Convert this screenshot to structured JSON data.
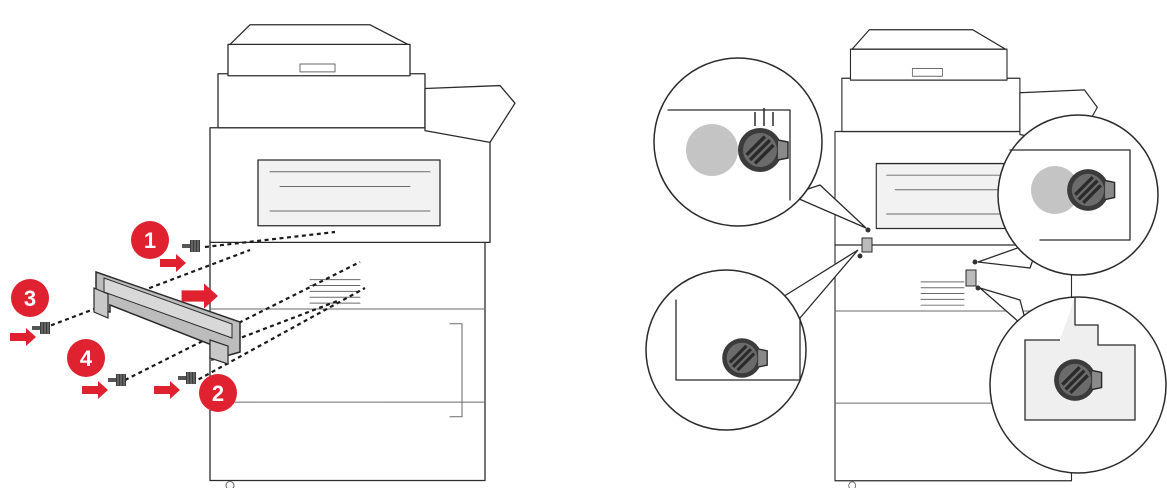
{
  "colors": {
    "step_badge": "#e0212f",
    "push_arrow": "#e0212f",
    "outline": "#2b2b2b",
    "callout_circle_gray": "#c4c4c4",
    "screw_dark": "#3b3b3b"
  },
  "left_panel": {
    "steps": [
      {
        "number": "1"
      },
      {
        "number": "2"
      },
      {
        "number": "3"
      },
      {
        "number": "4"
      }
    ],
    "icons": [
      "printer-icon",
      "bracket-icon",
      "screw-icon",
      "push-arrow-icon"
    ]
  },
  "right_panel": {
    "callouts": [
      {
        "id": "top-left",
        "content": "thumbscrew-tightening"
      },
      {
        "id": "top-right",
        "content": "thumbscrew"
      },
      {
        "id": "bottom-left",
        "content": "thumbscrew"
      },
      {
        "id": "bottom-right",
        "content": "thumbscrew"
      }
    ]
  }
}
